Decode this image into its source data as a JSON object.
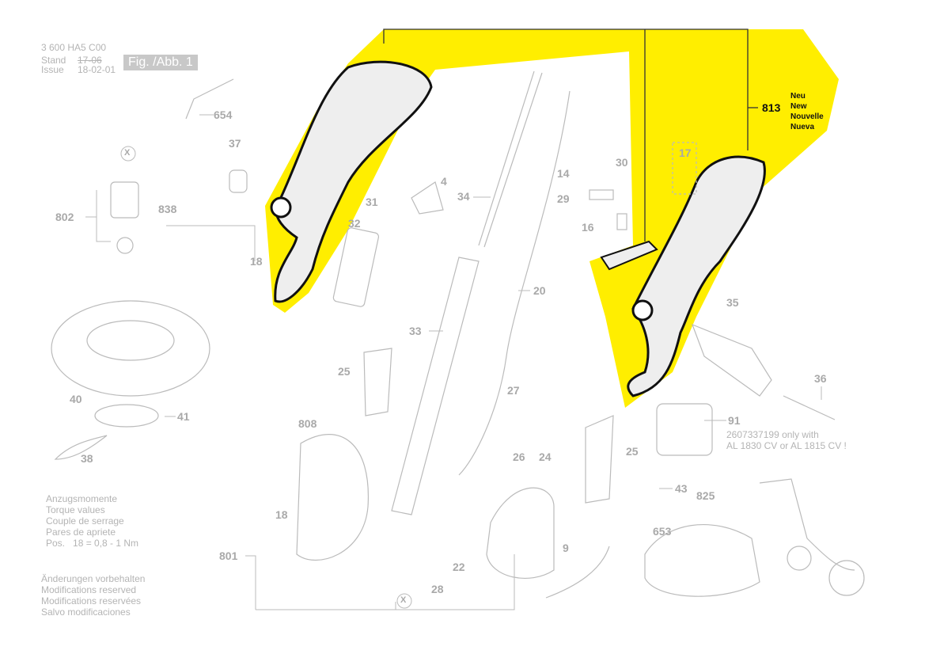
{
  "header": {
    "doc_number": "3 600 HA5 C00",
    "stand_label": "Stand",
    "issue_label": "Issue",
    "stand_value": "17-06",
    "issue_value": "18-02-01",
    "figure_label": "Fig. /Abb. 1"
  },
  "highlight": {
    "part_number": "813",
    "new_labels": [
      "Neu",
      "New",
      "Nouvelle",
      "Nueva"
    ],
    "color": "#ffee00"
  },
  "labels": [
    "654",
    "37",
    "802",
    "838",
    "18",
    "40",
    "41",
    "38",
    "32",
    "31",
    "4",
    "34",
    "33",
    "20",
    "25",
    "27",
    "26",
    "24",
    "25",
    "808",
    "18",
    "801",
    "22",
    "28",
    "9",
    "14",
    "30",
    "29",
    "16",
    "17",
    "35",
    "36",
    "91",
    "43",
    "825",
    "653",
    "X",
    "X"
  ],
  "battery_note": [
    "2607337199 only with",
    "AL 1830 CV or AL 1815 CV !"
  ],
  "torque_notes": [
    "Anzugsmomente",
    "Torque values",
    "Couple de serrage",
    "Pares de apriete",
    "Pos.   18 = 0,8 - 1 Nm"
  ],
  "modification_notes": [
    "Änderungen vorbehalten",
    "Modifications reserved",
    "Modifications reservées",
    "Salvo modificaciones"
  ]
}
